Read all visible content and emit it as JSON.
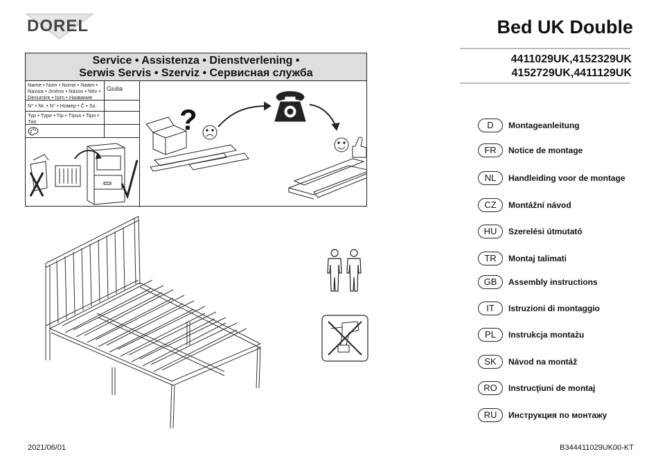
{
  "brand": {
    "name": "DOREL"
  },
  "header": {
    "title": "Bed UK Double",
    "codes": [
      "4411029UK,4152329UK",
      "4152729UK,4411129UK"
    ]
  },
  "service": {
    "heading_line1": "Service • Assistenza • Dienstverlening •",
    "heading_line2": "Serwis Servis • Szerviz • Сервисная служба",
    "form": {
      "name_label": "Name • Nom • Nome • Naam • Nazwa • Jméno • Názov • Név • Denumire • İsim • Название",
      "name_value": "Giulia",
      "number_label": "N° • Nr. • N° • Номер • Č • Sz.",
      "type_label": "Typ • Type • Tip • Típus • Tipo • Тип"
    }
  },
  "languages": [
    {
      "code": "D",
      "label": "Montageanleitung"
    },
    {
      "code": "FR",
      "label": "Notice de montage"
    },
    {
      "code": "NL",
      "label": "Handleiding voor de montage"
    },
    {
      "code": "CZ",
      "label": "Montážní návod"
    },
    {
      "code": "HU",
      "label": "Szerelési útmutató"
    },
    {
      "code": "TR",
      "label": "Montaj talimati"
    },
    {
      "code": "GB",
      "label": "Assembly instructions"
    },
    {
      "code": "IT",
      "label": "Istruzioni di montaggio"
    },
    {
      "code": "PL",
      "label": "Instrukcja montażu"
    },
    {
      "code": "SK",
      "label": "Návod na montáž"
    },
    {
      "code": "RO",
      "label": "Instrucţiuni de montaj"
    },
    {
      "code": "RU",
      "label": "Инструкция по монтажу"
    }
  ],
  "footer": {
    "date": "2021/06/01",
    "doc_code": "B344411029UK00-KT"
  }
}
